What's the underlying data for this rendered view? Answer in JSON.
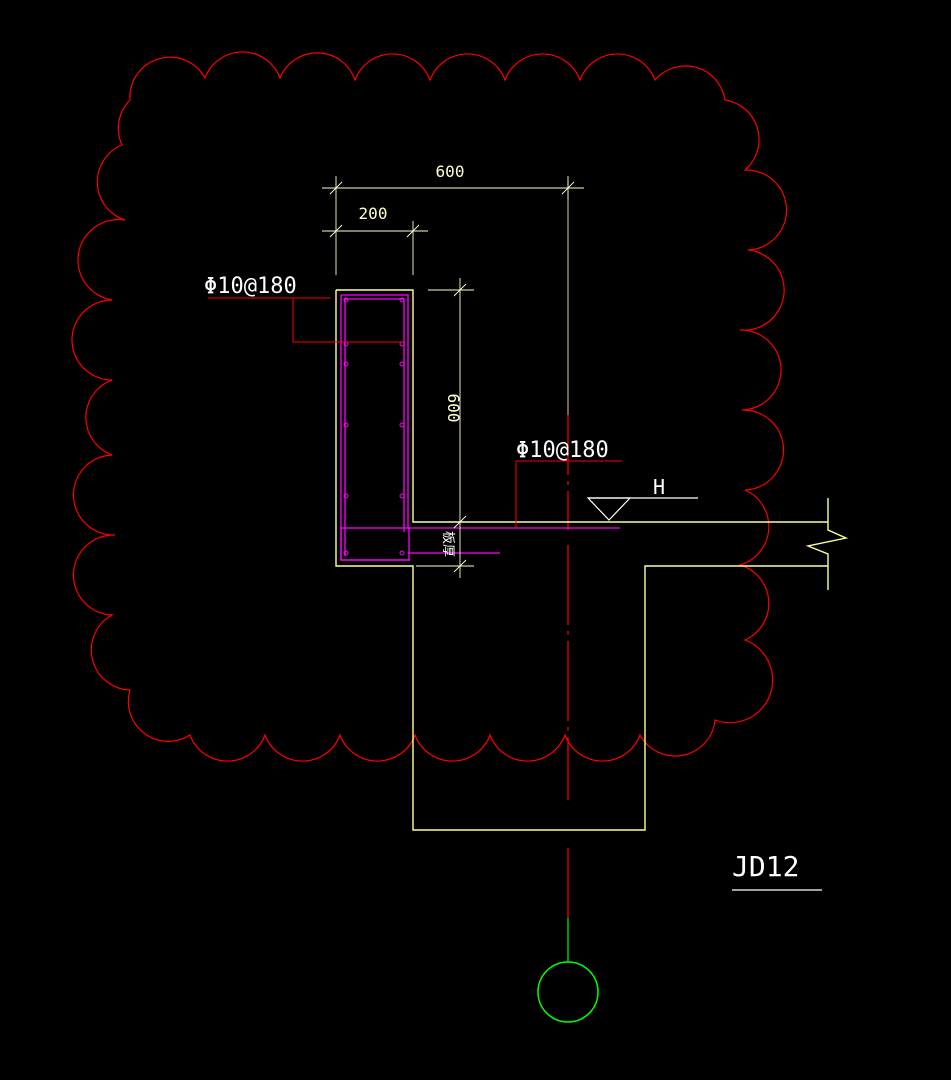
{
  "drawing": {
    "detail_tag": "JD12",
    "dims": {
      "total_width": "600",
      "wall_thickness": "200",
      "upstand_height": "600"
    },
    "rebar": {
      "wall_callout": "Φ10@180",
      "slab_callout": "Φ10@180"
    },
    "level_mark": "H",
    "slab_label": "板厚"
  },
  "colors": {
    "background": "#000000",
    "revision_cloud": "#ff0000",
    "outline": "#ffff99",
    "rebar": "#ff00ff",
    "dimension": "#ffffcc",
    "leader": "#ff0000",
    "axis": "#ff0000",
    "axis_bubble": "#00ff00",
    "text": "#ffffff"
  }
}
